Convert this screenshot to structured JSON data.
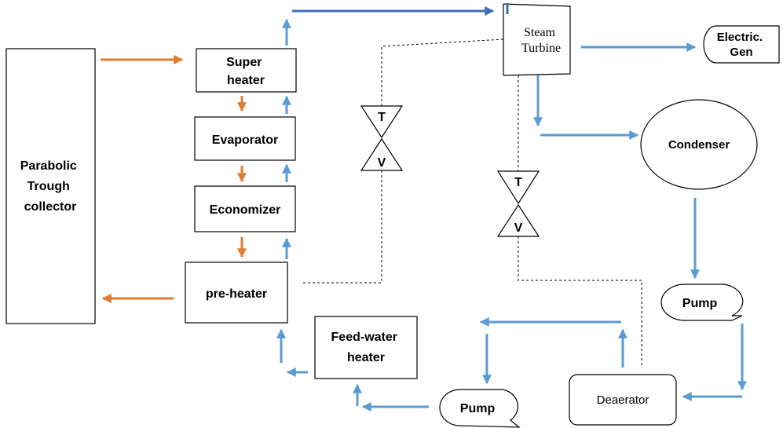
{
  "colors": {
    "heat_flow": "#E07B30",
    "water_flow": "#5B9BD5",
    "steam_line": "#3F6FB5",
    "outline": "#000000"
  },
  "components": {
    "collector": [
      "Parabolic",
      "Trough",
      "collector"
    ],
    "superheater": [
      "Super",
      "heater"
    ],
    "evaporator": "Evaporator",
    "economizer": "Economizer",
    "preheater": "pre-heater",
    "feedwater_heater": [
      "Feed-water",
      "heater"
    ],
    "turbine": [
      "Steam",
      "Turbine"
    ],
    "generator": [
      "Electric.",
      "Gen"
    ],
    "condenser": "Condenser",
    "pump_upper": "Pump",
    "pump_lower": "Pump",
    "deaerator": "Deaerator"
  },
  "valves": {
    "valve_left": {
      "top": "T",
      "bottom": "V"
    },
    "valve_right": {
      "top": "T",
      "bottom": "V"
    }
  }
}
